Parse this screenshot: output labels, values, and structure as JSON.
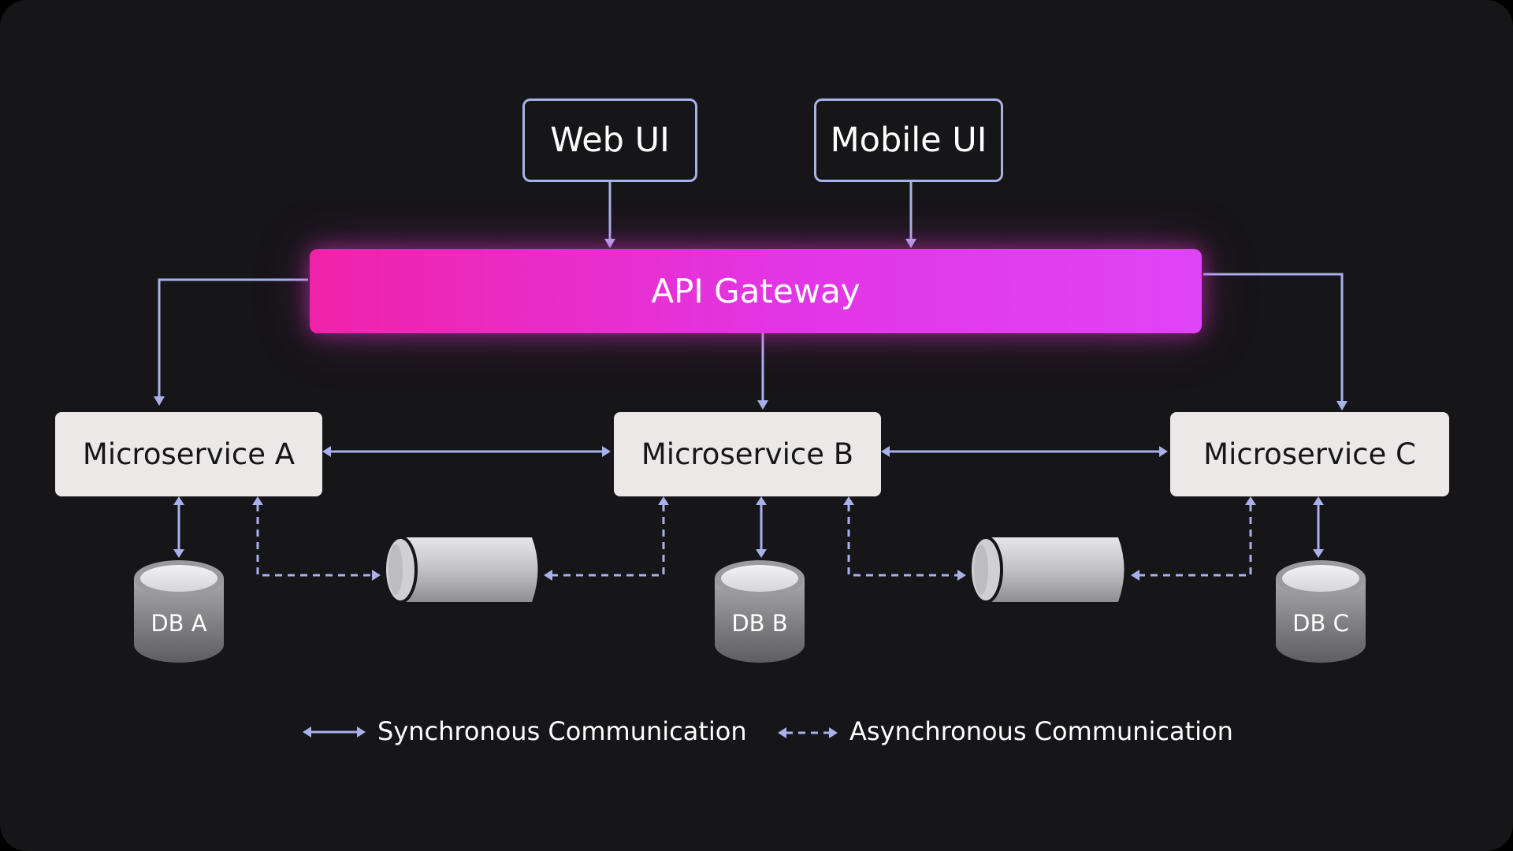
{
  "clients": {
    "web": "Web UI",
    "mobile": "Mobile UI"
  },
  "gateway": {
    "label": "API Gateway"
  },
  "services": {
    "a": "Microservice A",
    "b": "Microservice B",
    "c": "Microservice C"
  },
  "databases": {
    "a": "DB A",
    "b": "DB B",
    "c": "DB C"
  },
  "legend": {
    "sync": "Synchronous Communication",
    "async": "Asynchronous Communication"
  },
  "colors": {
    "background": "#161517",
    "connector": "#a8b1ec",
    "gateway_start": "#ef23aa",
    "gateway_end": "#df44f6",
    "service_box": "#ece8e8"
  }
}
